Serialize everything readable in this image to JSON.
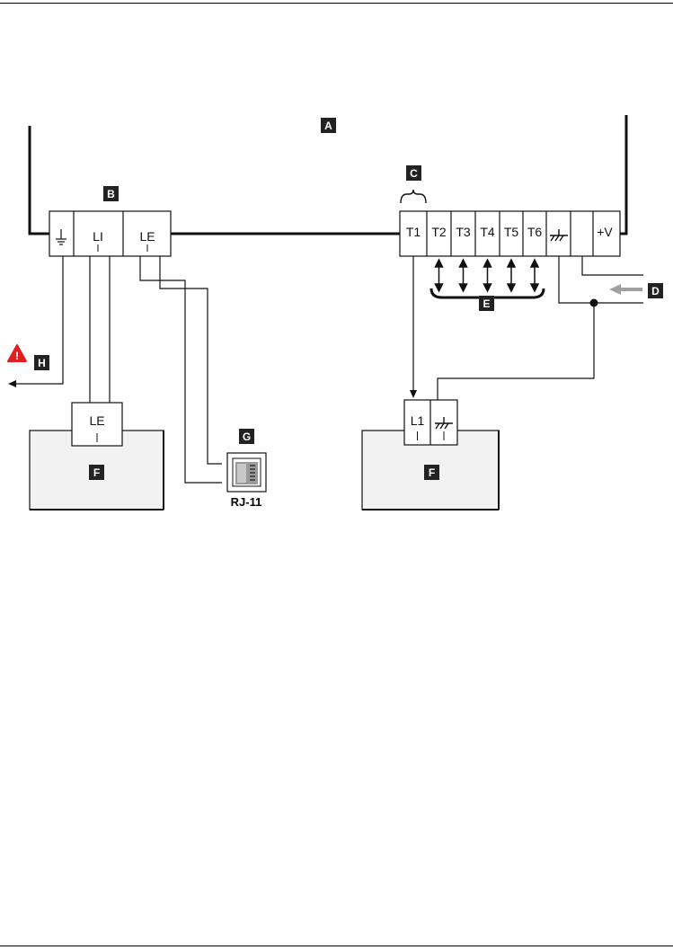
{
  "callouts": {
    "a": "A",
    "b": "B",
    "c": "C",
    "d": "D",
    "e": "E",
    "f_left": "F",
    "f_right": "F",
    "g": "G",
    "h": "H"
  },
  "terminals_left": {
    "earth": "earth-ground-symbol",
    "li": "LI",
    "le": "LE"
  },
  "terminals_right": [
    "T1",
    "T2",
    "T3",
    "T4",
    "T5",
    "T6"
  ],
  "terminal_right_ground": "chassis-ground-symbol",
  "terminal_right_power": "+V",
  "device_left": {
    "terminal": "LE"
  },
  "device_right": {
    "terminal_1": "L1",
    "terminal_2": "chassis-ground-symbol"
  },
  "connector_label": "RJ-11",
  "colors": {
    "line": "#111111",
    "device_fill": "#f2f2f2",
    "tag_fill": "#222222",
    "warning": "#e02020",
    "arrow_gray": "#a0a0a0"
  }
}
